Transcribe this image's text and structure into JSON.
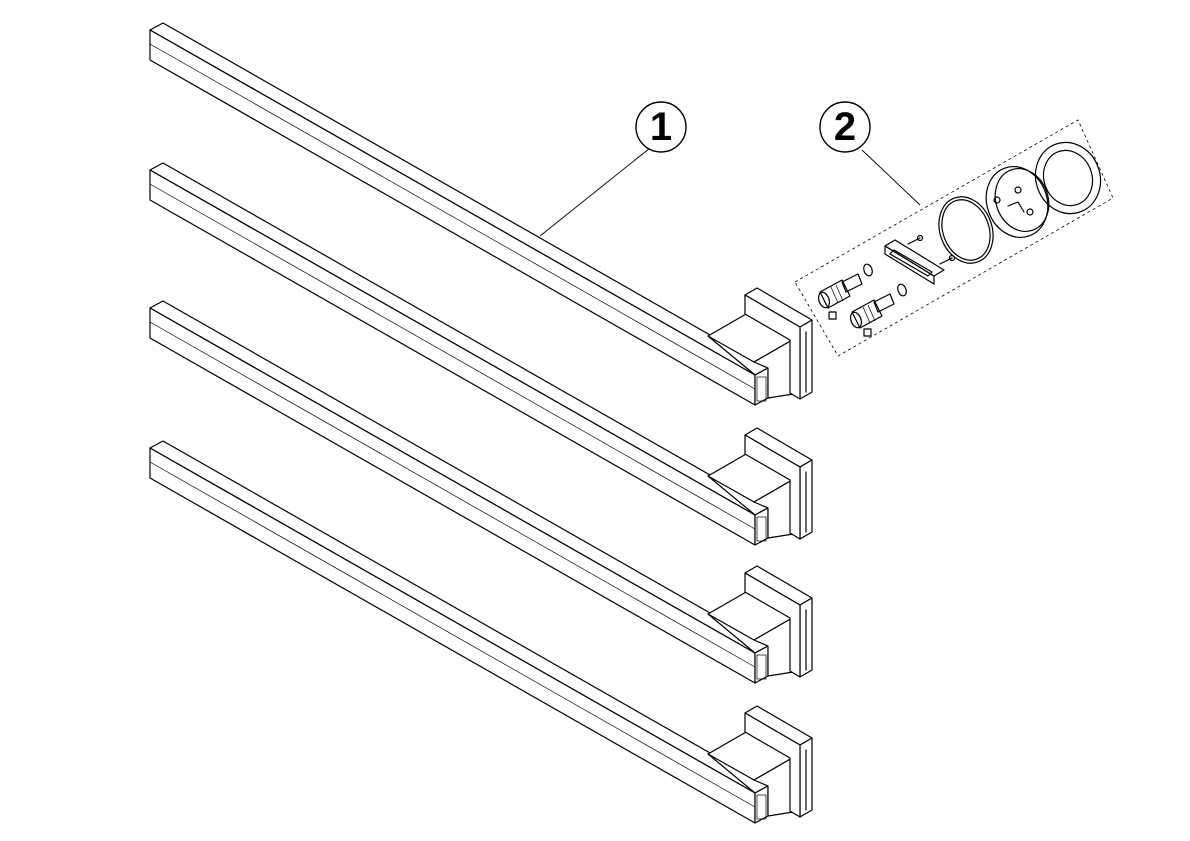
{
  "callouts": [
    {
      "label": "1",
      "part": "towel-bar"
    },
    {
      "label": "2",
      "part": "mounting-hardware-kit"
    }
  ],
  "bar_count": 4,
  "colors": {
    "line": "#000000",
    "background": "#ffffff"
  }
}
